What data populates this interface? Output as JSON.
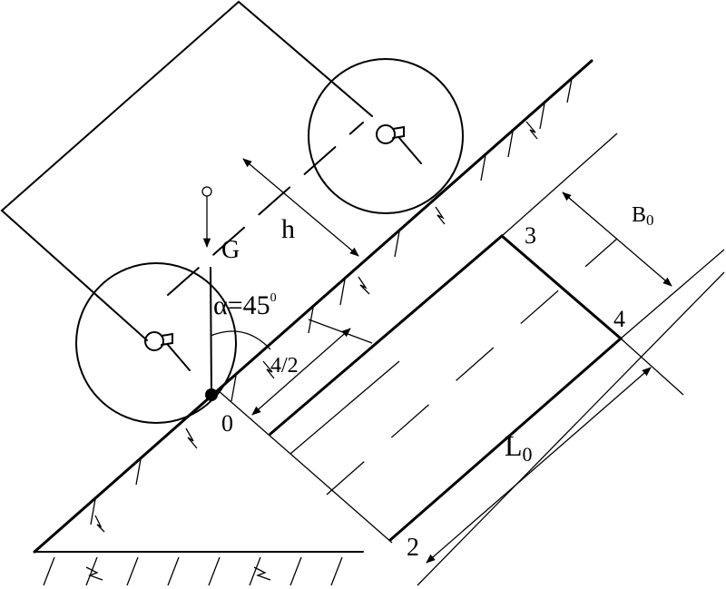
{
  "labels": {
    "height": "h",
    "weight": "G",
    "angle": "α=45",
    "angle_sup": "0",
    "half": "4/2",
    "origin": "0",
    "point3": "3",
    "point4": "4",
    "point2": "2",
    "width": "B",
    "width_sub": "0",
    "length": "L",
    "length_sub": "0"
  }
}
